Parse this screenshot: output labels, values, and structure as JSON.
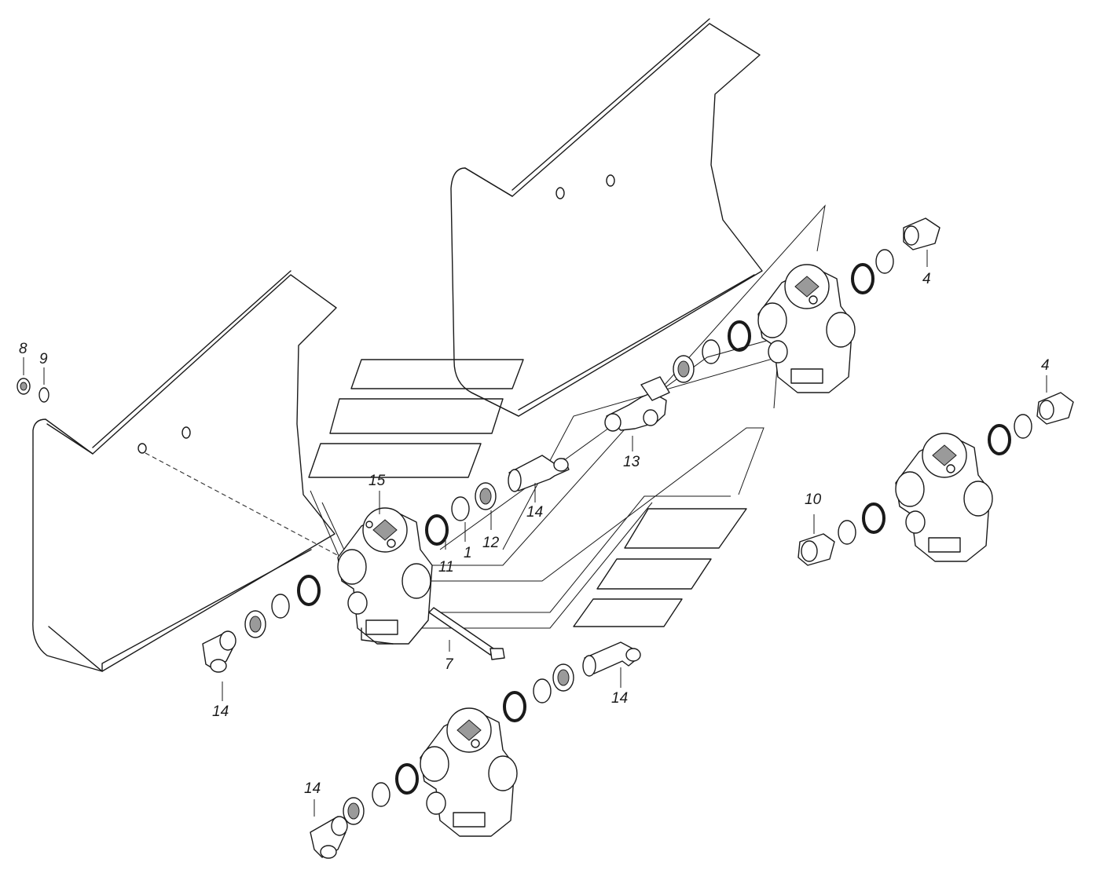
{
  "callouts": {
    "c8": "8",
    "c9": "9",
    "c15": "15",
    "c11": "11",
    "c1": "1",
    "c12": "12",
    "c14_mid": "14",
    "c13": "13",
    "c4_top": "4",
    "c4_right": "4",
    "c10": "10",
    "c7": "7",
    "c14_left": "14",
    "c14_lower": "14",
    "c14_bottom": "14"
  },
  "colors": {
    "line": "#1a1a1a",
    "background": "#ffffff"
  }
}
